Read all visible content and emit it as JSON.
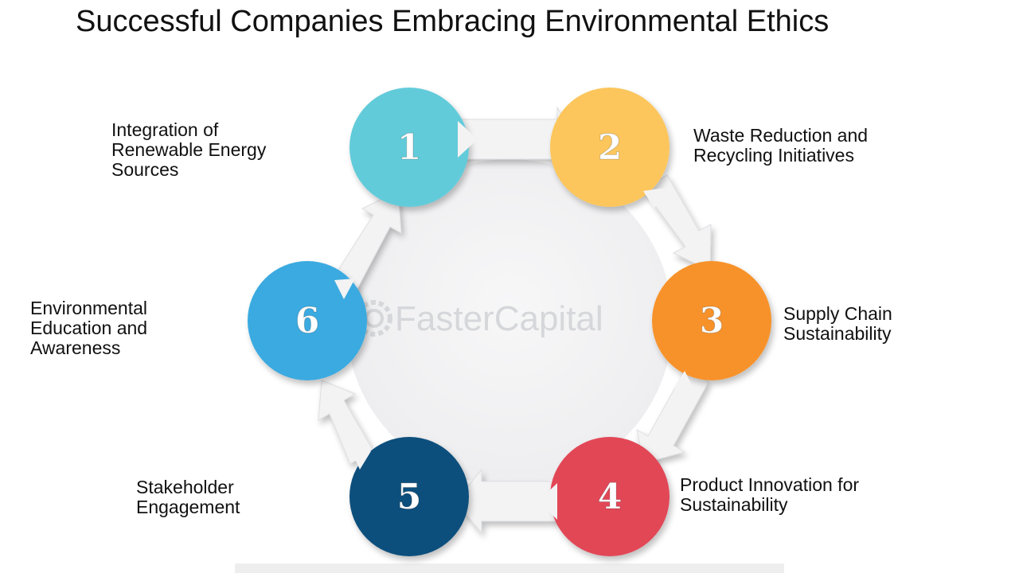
{
  "title": "Successful Companies Embracing Environmental Ethics",
  "watermark": "FasterCapital",
  "steps": [
    {
      "number": "1",
      "lines": [
        "Integration of",
        "Renewable Energy",
        "Sources"
      ],
      "color": "#62CBDA"
    },
    {
      "number": "2",
      "lines": [
        "Waste Reduction and",
        "Recycling Initiatives"
      ],
      "color": "#FCC65C"
    },
    {
      "number": "3",
      "lines": [
        "Supply Chain",
        "Sustainability"
      ],
      "color": "#F7922C"
    },
    {
      "number": "4",
      "lines": [
        "Product Innovation for",
        "Sustainability"
      ],
      "color": "#E24656"
    },
    {
      "number": "5",
      "lines": [
        "Stakeholder",
        "Engagement"
      ],
      "color": "#0E4F7C"
    },
    {
      "number": "6",
      "lines": [
        "Environmental",
        "Education and",
        "Awareness"
      ],
      "color": "#3AAAE0"
    }
  ]
}
